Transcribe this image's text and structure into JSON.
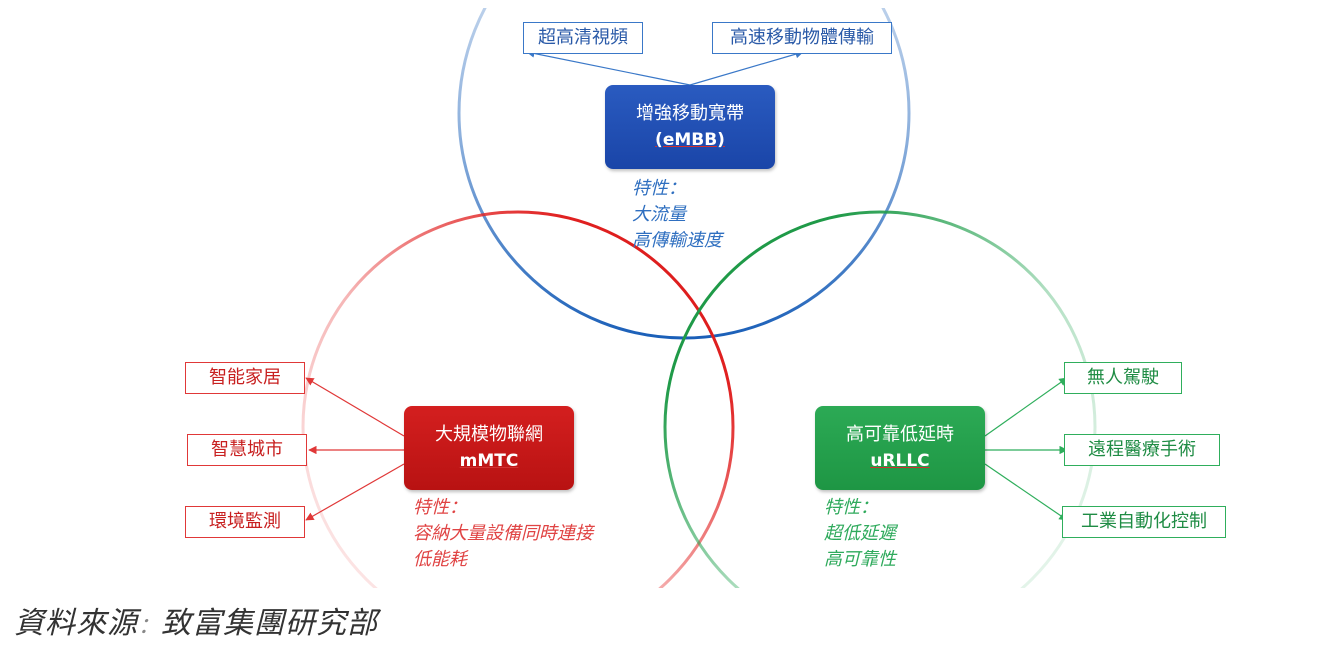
{
  "embb": {
    "title": "增強移動寬帶",
    "code": "(eMBB)",
    "traits_heading": "特性：",
    "traits": [
      "大流量",
      "高傳輸速度"
    ],
    "apps": [
      "超高清視頻",
      "高速移動物體傳輸"
    ],
    "color": "#2a5bc0"
  },
  "mmtc": {
    "title": "大規模物聯網",
    "code": "mMTC",
    "traits_heading": "特性：",
    "traits": [
      "容納大量設備同時連接",
      "低能耗"
    ],
    "apps": [
      "智能家居",
      "智慧城市",
      "環境監測"
    ],
    "color": "#c81a1a"
  },
  "urllc": {
    "title": "高可靠低延時",
    "code": "uRLLC",
    "traits_heading": "特性：",
    "traits": [
      "超低延遲",
      "高可靠性"
    ],
    "apps": [
      "無人駕駛",
      "遠程醫療手術",
      "工業自動化控制"
    ],
    "color": "#24a04c"
  },
  "source": {
    "label": "資料來源",
    "colon": "：",
    "value": "致富集團研究部"
  }
}
